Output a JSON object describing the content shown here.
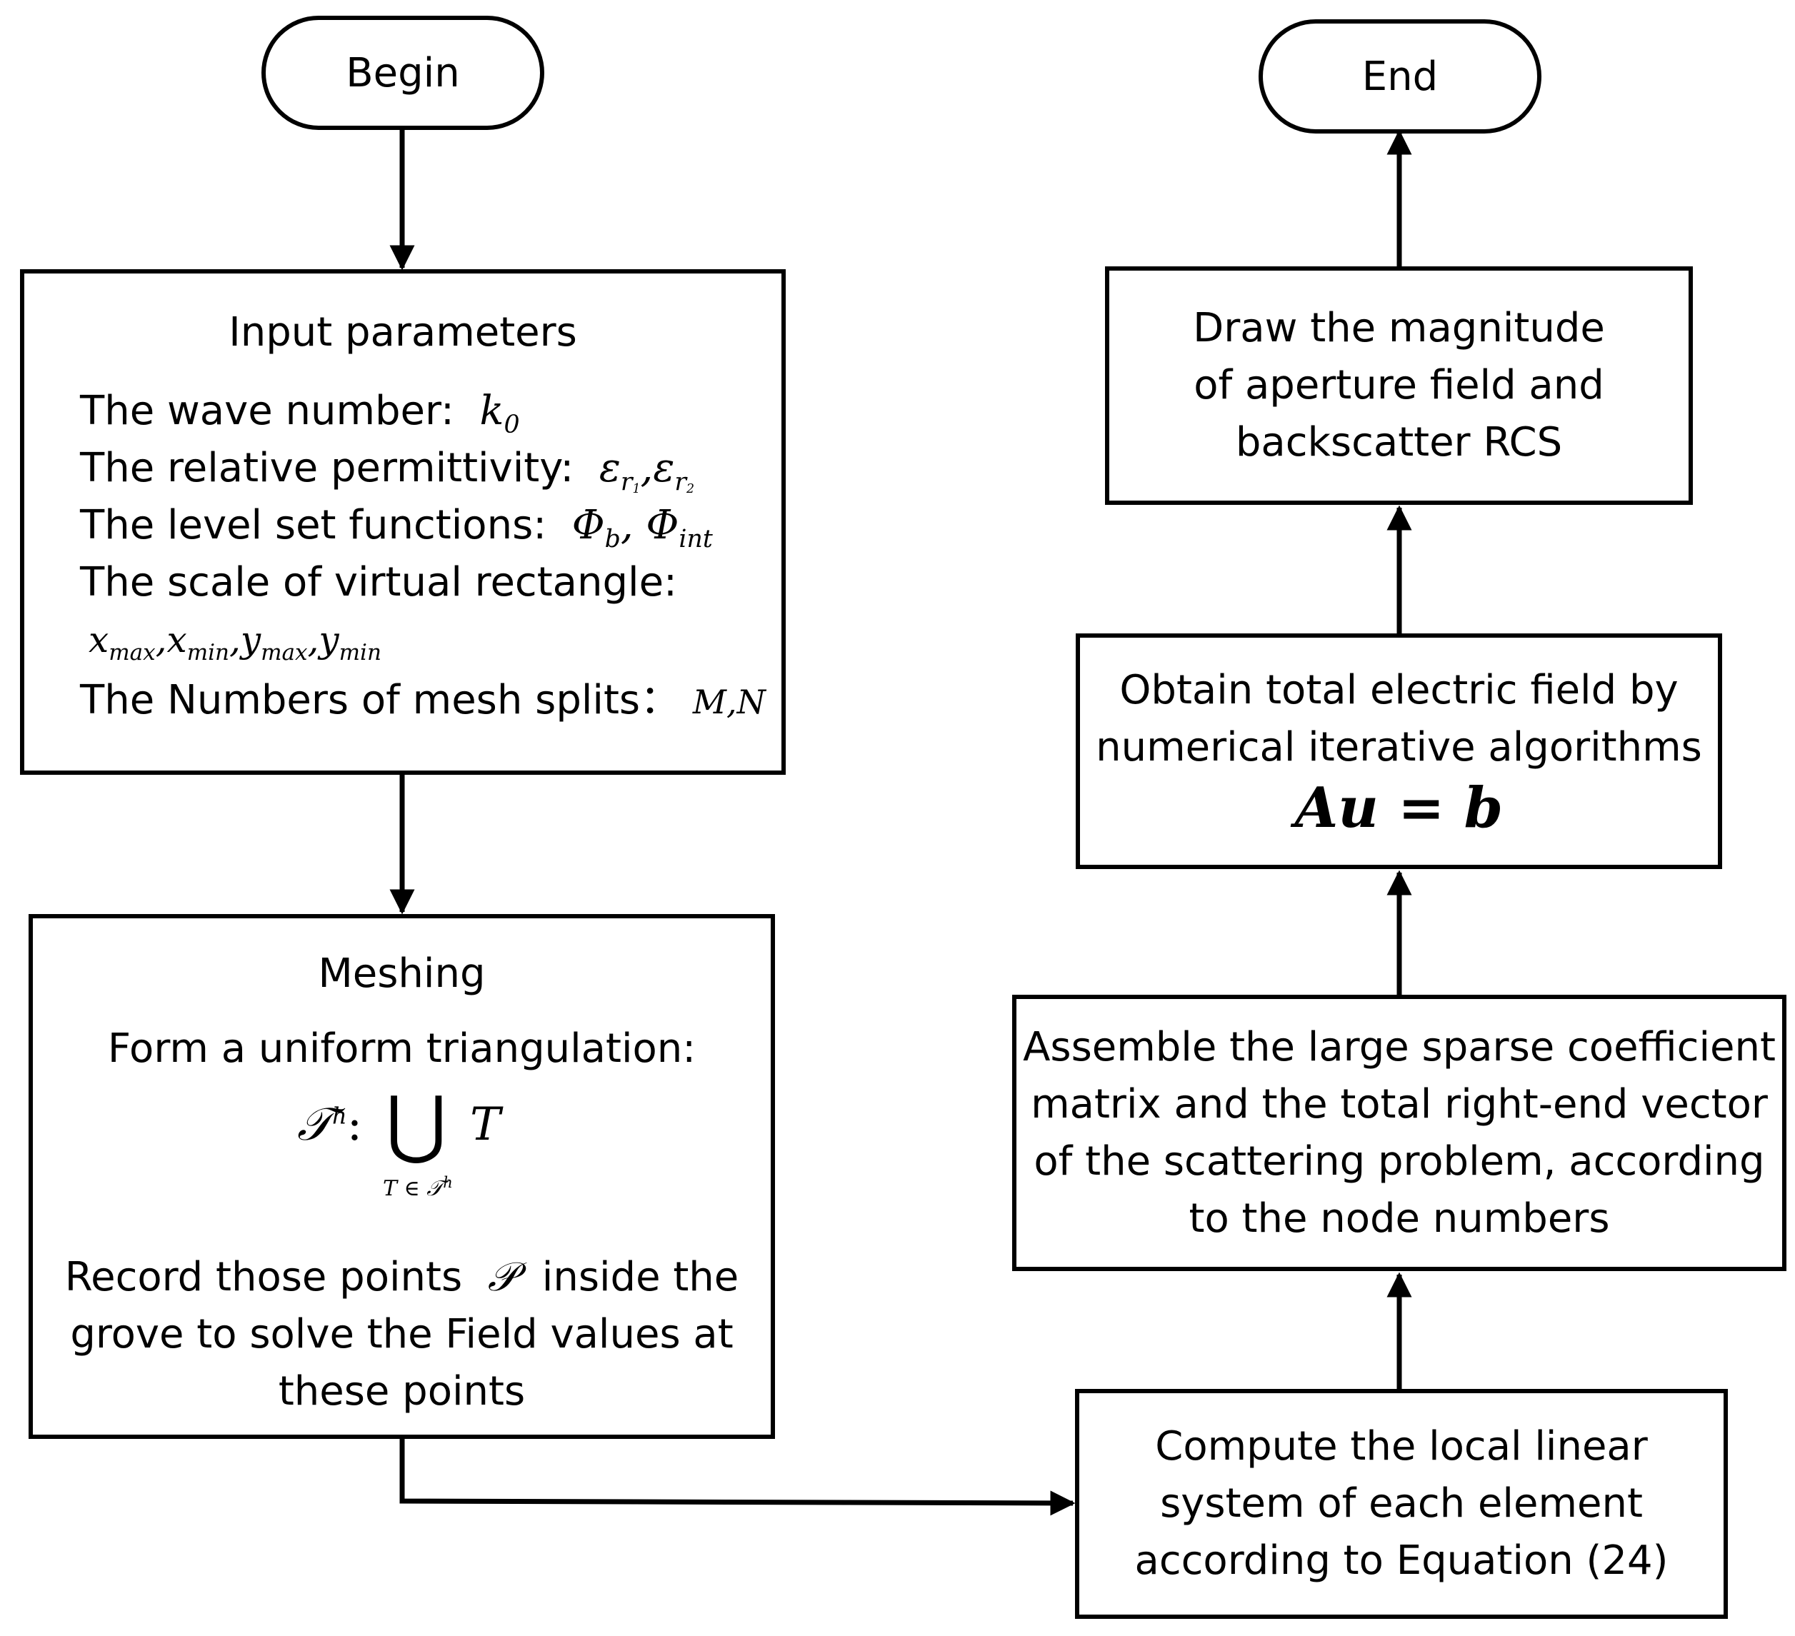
{
  "begin": "Begin",
  "end": "End",
  "input": {
    "title": "Input parameters",
    "wave_label": "The wave number:",
    "wave_sym": "k",
    "wave_sub": "0",
    "perm_label": "The relative permittivity:",
    "perm_sym": "ε",
    "perm_r": "r",
    "perm_1": "1",
    "perm_2": "2",
    "level_label": "The level set functions:",
    "level_sym": "Φ",
    "level_sub_b": "b",
    "level_sub_int": "int",
    "scale_label": "The scale of virtual rectangle:",
    "x_sym": "x",
    "y_sym": "y",
    "max_sub": "max",
    "min_sub": "min",
    "mesh_label": "The Numbers of mesh splits：",
    "mesh_syms": "M,N"
  },
  "meshing": {
    "title": "Meshing",
    "form_label": "Form a uniform triangulation:",
    "tri_sym": "𝒯",
    "tri_sup": "h",
    "union_sym": "⋃",
    "tri_T": "T",
    "union_sub": "T ∈ 𝒯",
    "union_sub_sup": "h",
    "record_line1_a": "Record those points",
    "record_P": "𝒫",
    "record_line1_b": "inside the",
    "record_line2": "grove to solve the Field values at",
    "record_line3": "these points"
  },
  "compute": {
    "line1": "Compute the local linear",
    "line2": "system of each element",
    "line3": "according to Equation (24)"
  },
  "assemble": {
    "line1": "Assemble the large sparse coefficient",
    "line2": "matrix and the total right-end vector",
    "line3": "of the scattering problem, according",
    "line4": "to the node numbers"
  },
  "obtain": {
    "line1": "Obtain total electric field by",
    "line2": "numerical iterative algorithms",
    "equation": "Au = b"
  },
  "draw": {
    "line1": "Draw the magnitude",
    "line2": "of aperture field and",
    "line3": "backscatter RCS"
  }
}
